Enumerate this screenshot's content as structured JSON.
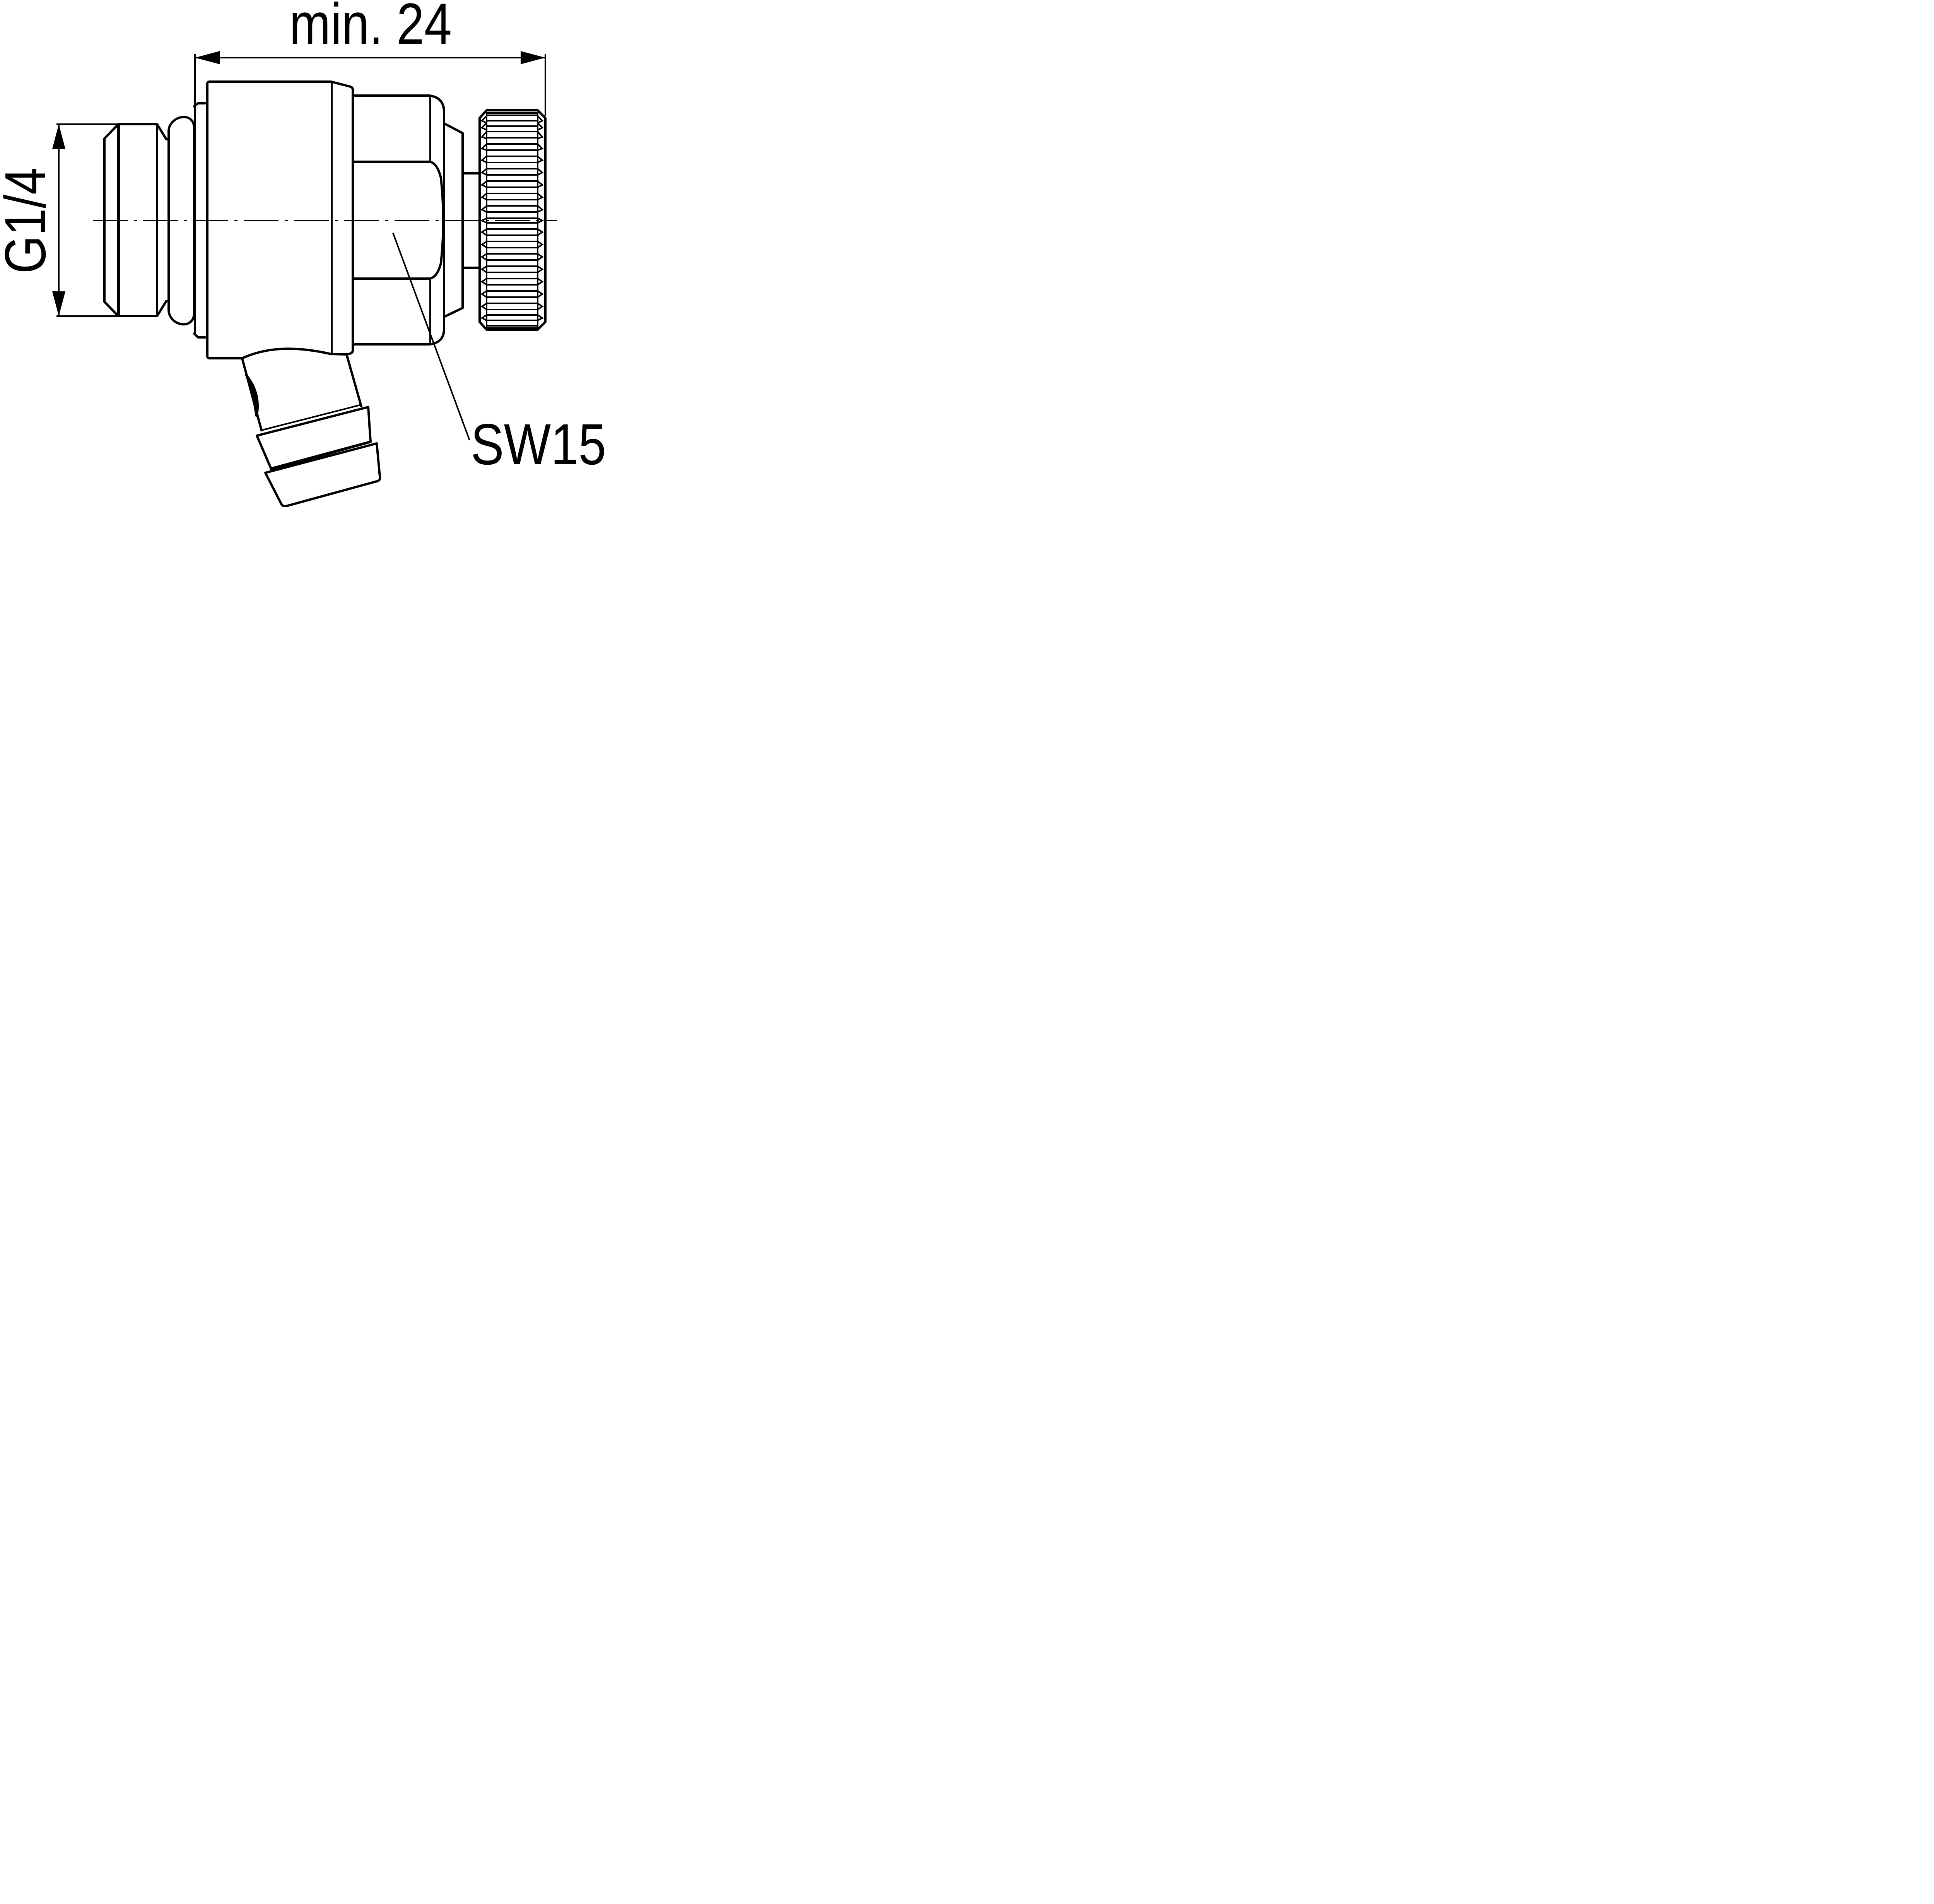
{
  "drawing": {
    "type": "technical-drawing",
    "subject": "angled pipe fitting / outlet connector, side view",
    "line_color": "#000000",
    "background_color": "#ffffff"
  },
  "dimensions": {
    "length": {
      "label": "min. 24",
      "orientation": "horizontal",
      "position": "top"
    },
    "thread": {
      "label": "G1/4",
      "orientation": "vertical",
      "position": "left"
    },
    "wrench_size": {
      "label": "SW15",
      "orientation": "horizontal",
      "position": "bottom-right",
      "leader_target": "hex-body"
    }
  },
  "components": [
    {
      "name": "thread-connector",
      "description": "G1/4 male thread end with chamfers"
    },
    {
      "name": "o-ring-seal",
      "description": "rounded sealing ring"
    },
    {
      "name": "main-body",
      "description": "cylindrical main housing"
    },
    {
      "name": "hex-body",
      "description": "SW15 hex section"
    },
    {
      "name": "knurled-cap",
      "description": "knurled end cap"
    },
    {
      "name": "angled-outlet",
      "description": "angled outlet spout with stepped hose barbs"
    }
  ]
}
